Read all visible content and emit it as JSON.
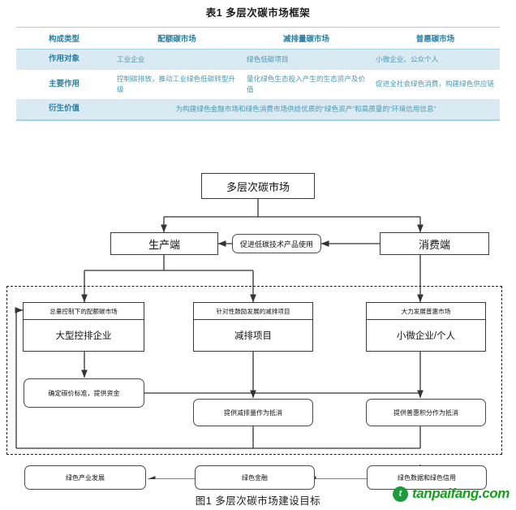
{
  "table": {
    "caption": "表1 多层次碳市场框架",
    "headers": [
      "构成类型",
      "配额碳市场",
      "减排量碳市场",
      "普惠碳市场"
    ],
    "rows": [
      {
        "label": "作用对象",
        "span": false,
        "cells": [
          "工业企业",
          "绿色低碳项目",
          "小微企业、公众个人"
        ]
      },
      {
        "label": "主要作用",
        "span": false,
        "cells": [
          "控制碳排放，推动工业绿色低碳转型升级",
          "量化绿色生态投入产生的生态资产及价值",
          "促进全社会绿色消费，构建绿色供应链"
        ]
      },
      {
        "label": "衍生价值",
        "span": true,
        "cells": [
          "为构建绿色金融市场和绿色消费市场供给优质的“绿色资产”和高质量的“环境信用信息”"
        ]
      }
    ],
    "colors": {
      "rule": "#a8d3e2",
      "shaded_row": "#d9eaf2",
      "header_text": "#2c7ea0",
      "body_text": "#4a9ab5"
    }
  },
  "figure": {
    "caption": "图1 多层次碳市场建设目标",
    "nodes": {
      "root": "多层次碳市场",
      "production": "生产端",
      "consumption": "消费端",
      "bridge": "促进低碳技术产品使用",
      "col1_cap": "总量控制下的配额碳市场",
      "col1_body": "大型控排企业",
      "col2_cap": "针对性鼓励发展的减排项目",
      "col2_body": "减排项目",
      "col3_cap": "大力发展普惠市场",
      "col3_body": "小微企业/个人",
      "price": "确定碳价标准，提供资金",
      "offset_reduction": "提供减排量作为抵消",
      "offset_inclusive": "提供普惠积分作为抵消",
      "green_industry": "绿色产业发展",
      "green_finance": "绿色金融",
      "green_data": "绿色数据和绿色信用"
    }
  },
  "brand": {
    "mark": "leaf-icon",
    "part1": "tanpaifang",
    "part2": ".",
    "part3": "com",
    "accent_green": "#17a01f",
    "accent_blue": "#1b57c4"
  }
}
